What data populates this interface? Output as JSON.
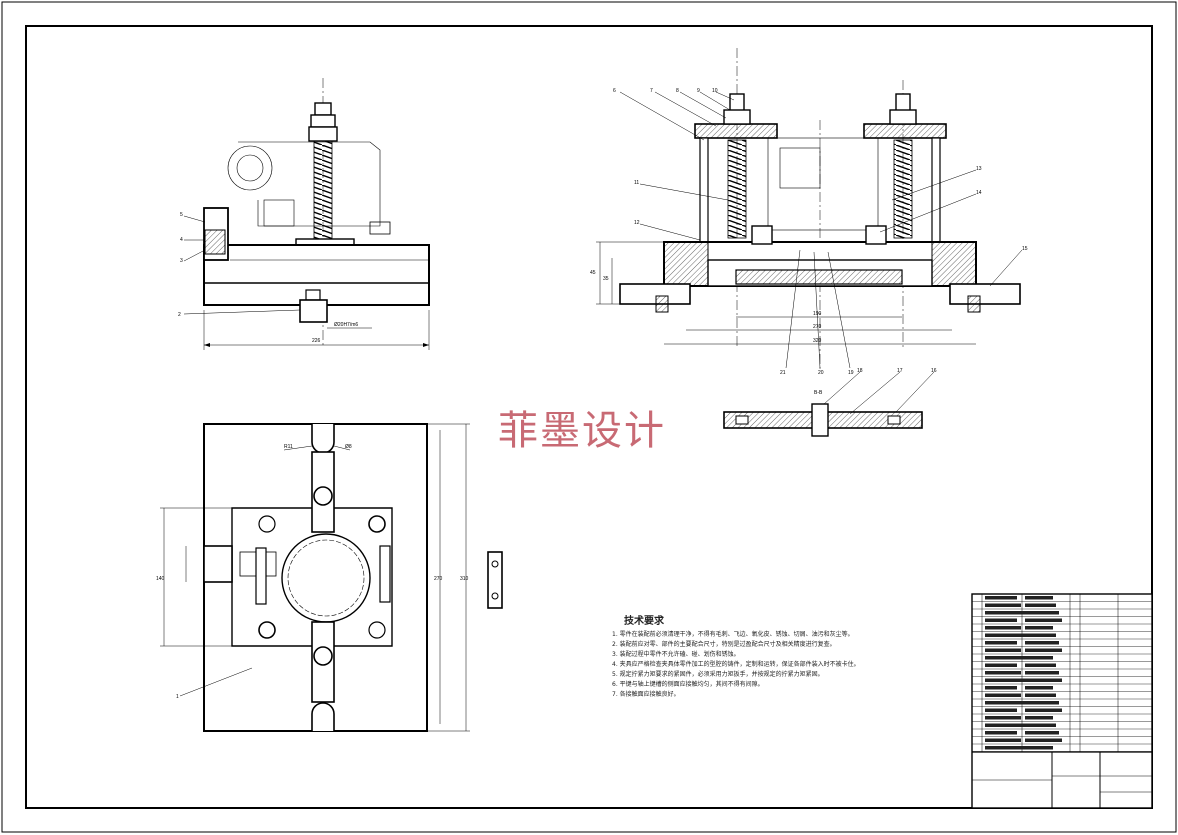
{
  "watermark": "菲墨设计",
  "tech_requirements": {
    "title": "技术要求",
    "lines": [
      "1. 零件在装配前必须清理干净，不得有毛刺、飞边、氧化皮、锈蚀、切屑、油污和灰尘等。",
      "2. 装配前应对零、部件的主要配合尺寸，特别是过盈配合尺寸及相关精度进行复查。",
      "3. 装配过程中零件不允许磕、碰、划伤和锈蚀。",
      "4. 夹具应严格检查夹具体零件加工的型腔的铸件，定制和运转，保证各部件装入时不被卡住。",
      "5. 规定拧紧力矩要求的紧固件，必须采用力矩扳手，并按规定的拧紧力矩紧固。",
      "6. 平键与轴上键槽的侧面应接触均匀，其间不得有间隙。",
      "7. 各接触面应接触良好。"
    ]
  },
  "side_view": {
    "part_labels": [
      "5",
      "4",
      "3",
      "2"
    ],
    "dim_width": "226",
    "dim_fit": "Ø20H7/m6"
  },
  "front_view": {
    "part_labels": [
      "6",
      "7",
      "8",
      "9",
      "10",
      "11",
      "12",
      "13",
      "14",
      "15",
      "16",
      "17",
      "18",
      "19",
      "20",
      "21"
    ],
    "dim_height_1": "45",
    "dim_height_2": "35",
    "dim_inner": "190",
    "dim_mid": "270",
    "dim_total": "320"
  },
  "section_view": {
    "title": "B-B",
    "part_labels": [
      "18",
      "17",
      "16"
    ]
  },
  "plan_view": {
    "part_label": "1",
    "dim_left": "140",
    "dim_right_1": "270",
    "dim_right_2": "310",
    "dim_r": "R11",
    "dim_d": "Ø8"
  }
}
